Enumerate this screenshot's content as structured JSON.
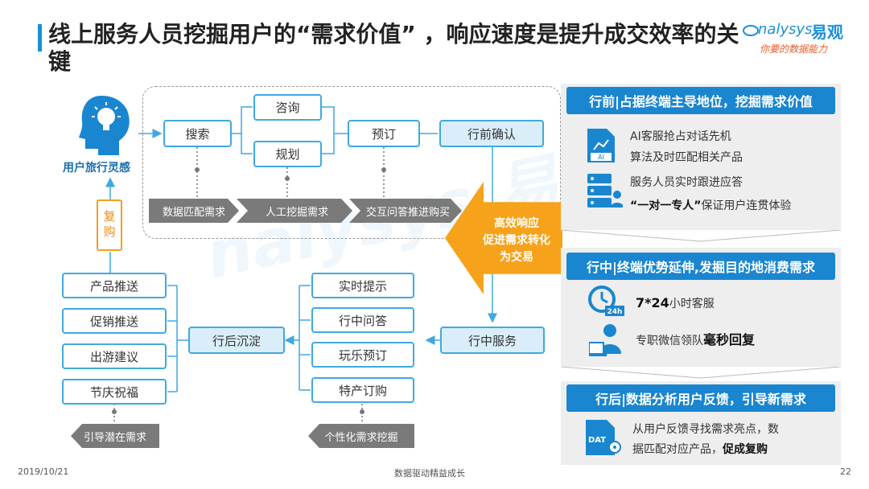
{
  "header": {
    "title": "线上服务人员挖掘用户的“需求价值” ，响应速度是提升成交效率的关键",
    "logo_en": "nalysys",
    "logo_cn": "易观",
    "logo_tagline": "你要的数据能力"
  },
  "watermark": "nalysys 易观",
  "flow": {
    "user_label": "用户旅行灵感",
    "search": "搜索",
    "consult": "咨询",
    "plan": "规划",
    "book": "预订",
    "pre_confirm": "行前确认",
    "step_match": "数据匹配需求",
    "step_mining": "人工挖掘需求",
    "step_qa": "交互问答推进购买",
    "repurchase": "复购",
    "arrow_text_1": "高效响应",
    "arrow_text_2": "促进需求转化",
    "arrow_text_3": "为交易",
    "during_service": "行中服务",
    "realtime_tip": "实时提示",
    "during_qa": "行中问答",
    "fun_booking": "玩乐预订",
    "local_goods": "特产订购",
    "personal_mining": "个性化需求挖掘",
    "post_settle": "行后沉淀",
    "product_push": "产品推送",
    "promo_push": "促销推送",
    "travel_advice": "出游建议",
    "holiday_greet": "节庆祝福",
    "guide_latent": "引导潜在需求"
  },
  "right": {
    "pre_head": "行前|占据终端主导地位，挖掘需求价值",
    "pre_line1": "AI客服抢占对话先机",
    "pre_line2": "算法及时匹配相关产品",
    "pre_line3": "服务人员实时跟进应答",
    "pre_line4_bold": "“一对一专人”",
    "pre_line4_rest": "保证用户连贯体验",
    "ai_icon_label": "AI",
    "during_head": "行中|终端优势延伸,发掘目的地消费需求",
    "during_line1_bold": "7*24",
    "during_line1_rest": "小时客服",
    "clock_badge": "24h",
    "during_line2_pre": "专职微信领队",
    "during_line2_bold": "毫秒回复",
    "post_head": "行后|数据分析用户反馈，引导新需求",
    "post_line1": "从用户反馈寻找需求亮点，数",
    "post_line2_pre": "据匹配对应产品，",
    "post_line2_bold": "促成复购",
    "dat_icon_label": "DAT"
  },
  "footer": {
    "date": "2019/10/21",
    "center": "数据驱动精益成长",
    "page": "22"
  },
  "colors": {
    "accent_blue": "#1a86d0",
    "node_border": "#3fa9e0",
    "orange": "#f7a21b",
    "gray_chevron": "#7a7a7a"
  }
}
